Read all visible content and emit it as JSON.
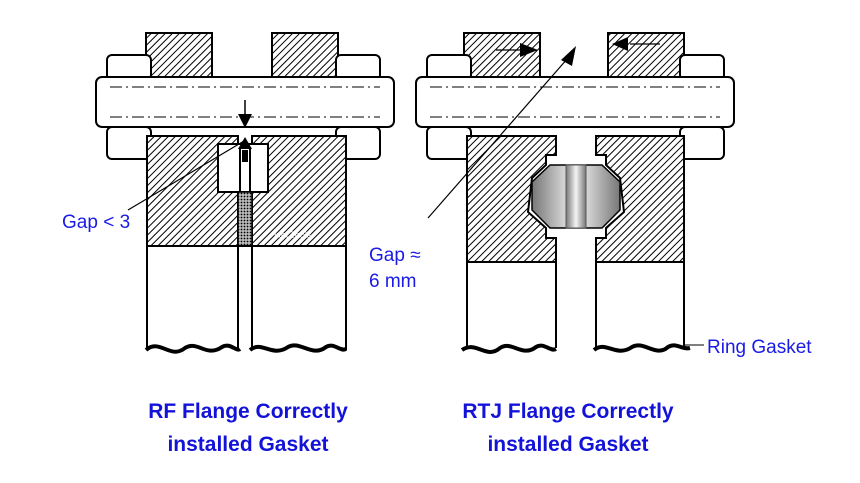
{
  "labels": {
    "gap_rf": "Gap < 3",
    "gap_rtj_line1": "Gap ≈",
    "gap_rtj_line2": "6 mm",
    "ring_gasket": "Ring Gasket",
    "tiny_text": "Ixel Tools"
  },
  "captions": {
    "rf_line1": "RF Flange Correctly",
    "rf_line2": "installed Gasket",
    "rtj_line1": "RTJ Flange Correctly",
    "rtj_line2": "installed Gasket"
  },
  "colors": {
    "label_blue": "#1a1ae6",
    "caption_blue": "#1212d8",
    "outline": "#000000"
  }
}
